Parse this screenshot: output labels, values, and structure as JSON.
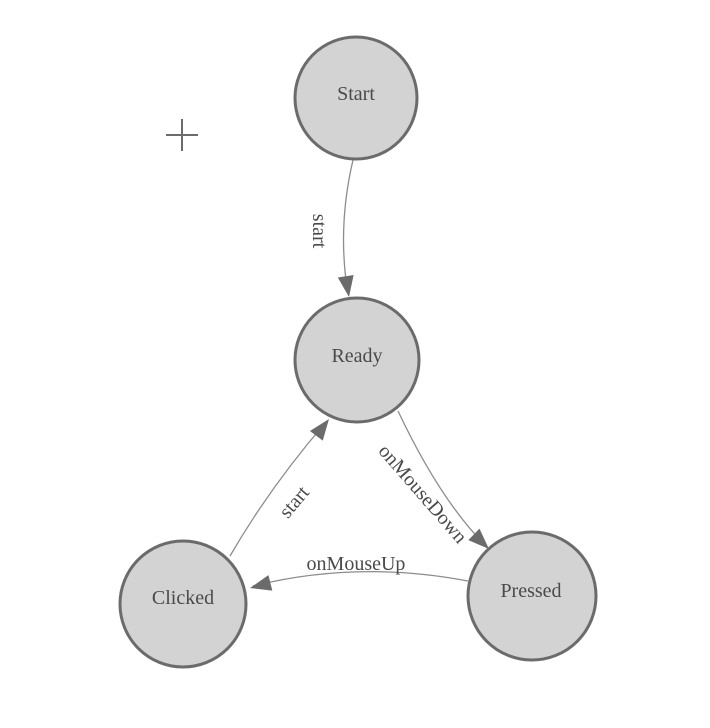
{
  "diagram": {
    "type": "state-machine",
    "nodes": [
      {
        "label": "Start"
      },
      {
        "label": "Ready"
      },
      {
        "label": "Clicked"
      },
      {
        "label": "Pressed"
      }
    ],
    "edges": [
      {
        "from": "Start",
        "to": "Ready",
        "label": "start"
      },
      {
        "from": "Ready",
        "to": "Pressed",
        "label": "onMouseDown"
      },
      {
        "from": "Pressed",
        "to": "Clicked",
        "label": "onMouseUp"
      },
      {
        "from": "Clicked",
        "to": "Ready",
        "label": "start"
      }
    ],
    "cursor": "crosshair"
  },
  "colors": {
    "canvas_background": "#ffffff",
    "node_fill": "#d3d3d3",
    "node_border": "#6b6b6b",
    "node_text": "#4a4a4a",
    "edge_line": "#8c8c8c",
    "arrowhead": "#6b6b6b",
    "edge_label_text": "#4a4a4a",
    "crosshair": "#6b6b6b"
  }
}
